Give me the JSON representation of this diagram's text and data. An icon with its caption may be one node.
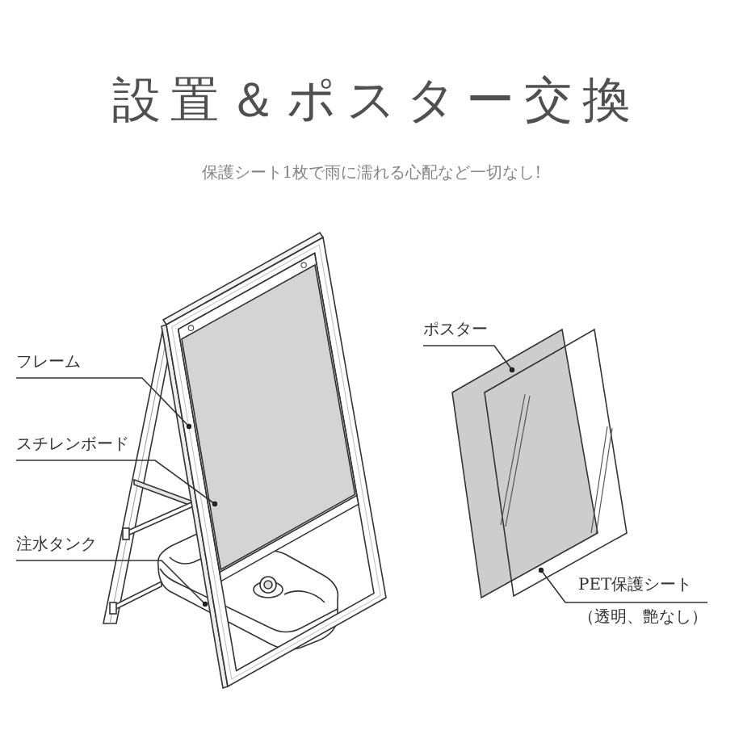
{
  "diagram": {
    "title": "設置＆ポスター交換",
    "nodes": [
      {
        "text": [
          "フレーム"
        ]
      },
      {
        "text": [],
        "shape": "picture"
      },
      {
        "text": [
          "スチレンボード"
        ]
      },
      {
        "text": [],
        "shape": "box",
        "in": 1
      },
      {
        "text": [
          "注水タンク"
        ]
      },
      {
        "text": [],
        "shape": "picture",
        "in": 1
      },
      {
        "text": [
          "ポスター"
        ]
      },
      {
        "text": [],
        "shape": "box"
      },
      {
        "text": [
          "PET保護シート",
          "（透明、艶なし）"
        ]
      },
      {
        "text": [],
        "shape": "box"
      }
    ],
    "edges": [
      {
        "from": 0,
        "to": 1,
        "arrow": "other"
      },
      {
        "from": 2,
        "to": 3,
        "arrow": "other"
      },
      {
        "from": 4,
        "to": 5,
        "arrow": "other"
      },
      {
        "from": 6,
        "to": 7,
        "arrow": "other"
      },
      {
        "from": 8,
        "to": 9,
        "arrow": "other"
      }
    ],
    "labels": [
      "保護シート1枚で雨に濡れる心配など一切なし!"
    ]
  }
}
